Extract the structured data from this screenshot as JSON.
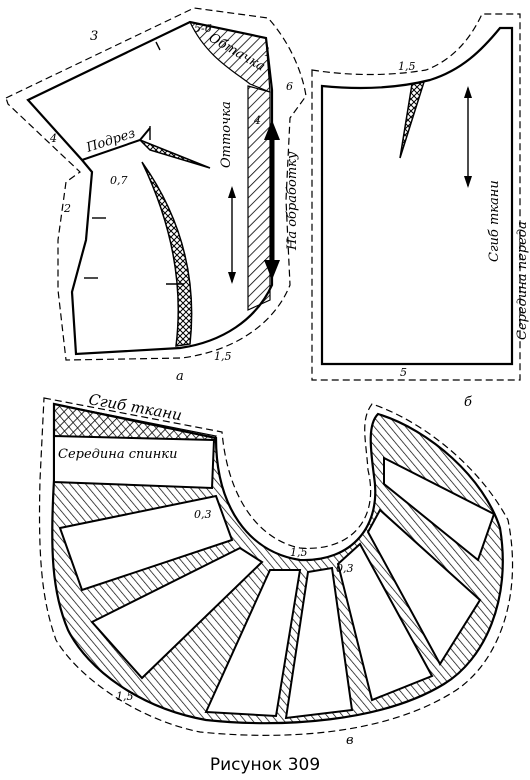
{
  "caption": "Рисунок 309",
  "colors": {
    "ink": "#000000",
    "paper": "#ffffff"
  },
  "piece_a": {
    "letter": "а",
    "labels": {
      "podrez": "Подрез",
      "otstochka": "Отточка",
      "na_obrabotku": "На обработку",
      "obtachka": "Обтачка"
    },
    "numbers": [
      "3",
      "5-6",
      "1",
      "6",
      "4",
      "4",
      "2",
      "0,7",
      "1,5"
    ]
  },
  "piece_b": {
    "letter": "б",
    "labels": {
      "sgib_tkani": "Сгиб ткани",
      "seredina_pereda": "Середина переда"
    },
    "numbers": [
      "1,5",
      "5"
    ]
  },
  "piece_v": {
    "letter": "в",
    "labels": {
      "sgib_tkani": "Сгиб ткани",
      "seredina_spinki": "Середина спинки"
    },
    "numbers": [
      "0,3",
      "1,5",
      "0,3",
      "1,5"
    ]
  }
}
